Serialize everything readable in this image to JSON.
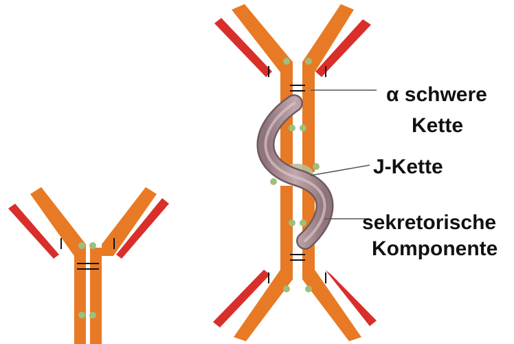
{
  "labels": {
    "heavy_chain_line1": "α schwere",
    "heavy_chain_line2": "Kette",
    "j_chain": "J-Kette",
    "secretory_line1": "sekretorische",
    "secretory_line2": "Komponente"
  },
  "colors": {
    "heavy_chain": "#E87A25",
    "light_chain": "#D82F2A",
    "glycan_dot": "#9CBF7E",
    "secretory_component": "#A98D92",
    "j_chain": "#B9BC98",
    "pointer_line": "#555555",
    "disulfide": "#111111"
  }
}
